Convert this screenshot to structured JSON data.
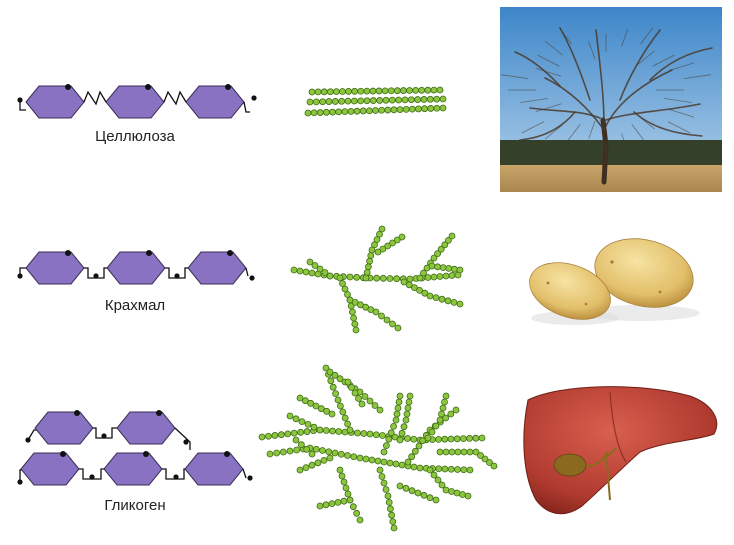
{
  "rows": [
    {
      "id": "cellulose",
      "label": "Целлюлоза",
      "illustration": "tree"
    },
    {
      "id": "starch",
      "label": "Крахмал",
      "illustration": "potatoes"
    },
    {
      "id": "glycogen",
      "label": "Гликоген",
      "illustration": "liver"
    }
  ],
  "colors": {
    "monomer_fill": "#8a72c2",
    "monomer_stroke": "#3a2f55",
    "bead_fill": "#8cc63f",
    "bead_stroke": "#3f6b17",
    "bond": "#111111"
  }
}
